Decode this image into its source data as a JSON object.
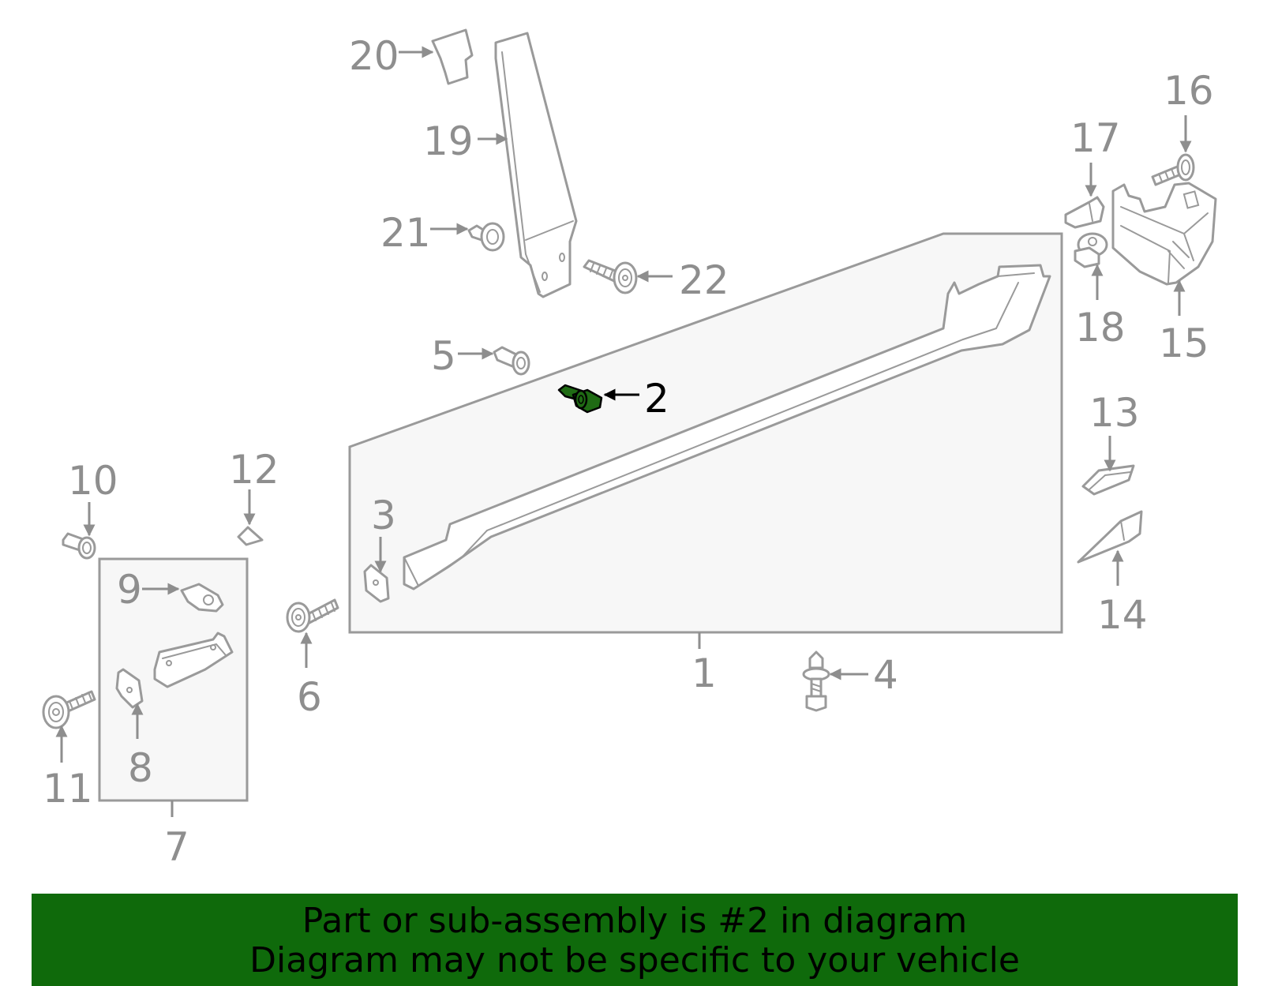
{
  "diagram": {
    "highlighted_part": "2",
    "highlight_color": "#1f6b14",
    "callouts": [
      "1",
      "2",
      "3",
      "4",
      "5",
      "6",
      "7",
      "8",
      "9",
      "10",
      "11",
      "12",
      "13",
      "14",
      "15",
      "16",
      "17",
      "18",
      "19",
      "20",
      "21",
      "22"
    ]
  },
  "banner": {
    "line1": "Part or sub-assembly is #2 in diagram",
    "line2": "Diagram may not be specific to your vehicle",
    "background_color": "#0f6a0b"
  }
}
